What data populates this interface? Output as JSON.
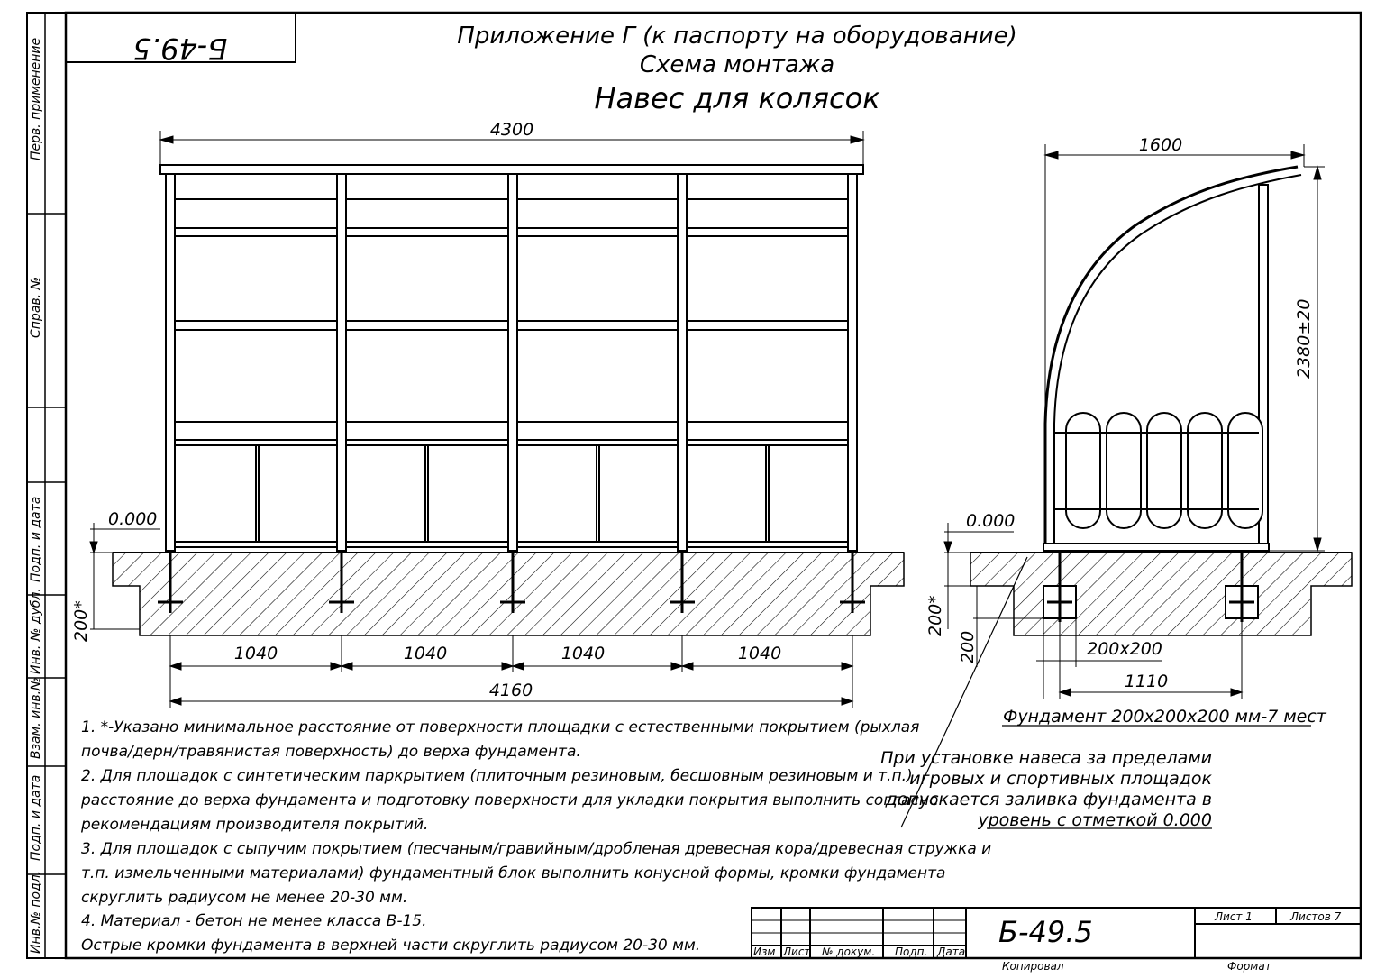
{
  "drawing": {
    "code_mirrored": "Б-49.5",
    "titles": {
      "line1": "Приложение Г (к паспорту на оборудование)",
      "line2": "Схема монтажа",
      "line3": "Навес для колясок"
    },
    "side_stamp": [
      "Перв. применение",
      "Справ. №",
      "Подп. и дата",
      "Инв. № дубл.",
      "Взам. инв.№",
      "Подп. и дата",
      "Инв.№ подл."
    ],
    "front": {
      "overall_top": "4300",
      "level": "0.000",
      "depth": "200*",
      "spans": [
        "1040",
        "1040",
        "1040",
        "1040"
      ],
      "overall_bottom": "4160"
    },
    "side": {
      "width": "1600",
      "height": "2380±20",
      "level": "0.000",
      "depth": "200*",
      "block_height": "200",
      "block": "200х200",
      "spacing": "1110",
      "foundation": "Фундамент 200х200х200 мм-7 мест"
    },
    "install_note": [
      "При установке навеса за пределами",
      "игровых и спортивных площадок",
      "допускается заливка фундамента в",
      "уровень с отметкой 0.000"
    ],
    "notes": [
      "1. *-Указано минимальное расстояние от поверхности площадки с естественными покрытием (рыхлая",
      "почва/дерн/травянистая поверхность) до верха фундамента.",
      "2. Для площадок с синтетическим паркрытием (плиточным резиновым, бесшовным резиновым и т.п.)",
      "расстояние до верха фундамента и подготовку поверхности для укладки покрытия выполнить согласно",
      "рекомендациям производителя покрытий.",
      "3. Для площадок с сыпучим покрытием (песчаным/гравийным/дробленая древесная кора/древесная стружка и",
      "т.п. измельченными материалами) фундаментный блок выполнить конусной формы, кромки фундамента",
      "скруглить радиусом не менее 20-30 мм.",
      "4. Материал - бетон не менее класса В-15.",
      "Острые кромки фундамента в верхней части скруглить радиусом 20-30 мм."
    ],
    "title_block": {
      "code": "Б-49.5",
      "headers": [
        "Изм",
        "Лист",
        "№ докум.",
        "Подп.",
        "Дата"
      ],
      "sheet": "Лист 1",
      "sheets": "Листов 7",
      "copied": "Копировал",
      "format": "Формат"
    }
  }
}
